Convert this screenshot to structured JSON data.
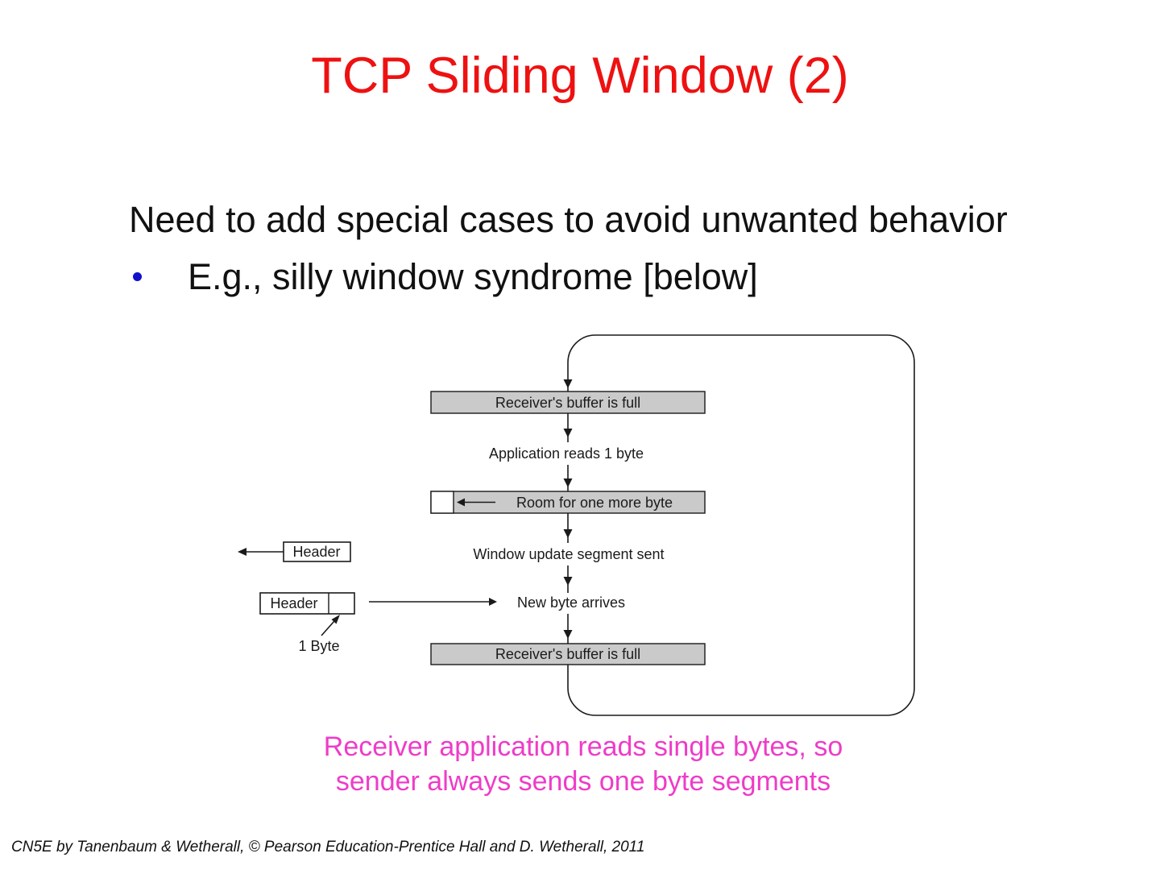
{
  "slide": {
    "title": "TCP Sliding Window (2)",
    "body_line": "Need to add special cases to avoid unwanted behavior",
    "bullet_text": "E.g., silly window syndrome [below]",
    "caption_line1": "Receiver application reads single bytes, so",
    "caption_line2": "sender always sends one byte segments",
    "footer": "CN5E by Tanenbaum & Wetherall, © Pearson Education-Prentice Hall and D. Wetherall, 2011"
  },
  "diagram": {
    "box_buffer_full_top": "Receiver's buffer is full",
    "label_app_reads": "Application reads 1 byte",
    "box_room": "Room for one more byte",
    "label_window_update": "Window update segment sent",
    "label_new_byte": "New byte arrives",
    "box_buffer_full_bottom": "Receiver's buffer is full",
    "header_top": "Header",
    "header_bottom": "Header",
    "one_byte": "1 Byte"
  },
  "colors": {
    "title_red": "#ee1111",
    "caption_magenta": "#ee3cc8",
    "bullet_blue": "#1111cc",
    "box_fill_gray": "#cacaca",
    "line_black": "#1a1a1a"
  }
}
